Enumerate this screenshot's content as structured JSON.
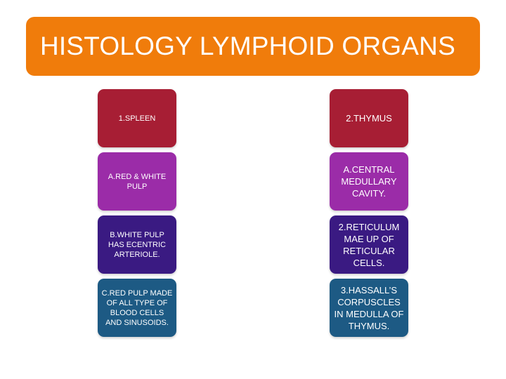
{
  "title": "HISTOLOGY LYMPHOID ORGANS",
  "colors": {
    "title_bg": "#f07c0b",
    "level1": "#a71e34",
    "level2": "#9b2ca8",
    "level3": "#3a1a82",
    "level4": "#1d5a84"
  },
  "left_column": {
    "boxes": [
      {
        "text": "1.SPLEEN",
        "color": "#a71e34"
      },
      {
        "text": "A.RED & WHITE PULP",
        "color": "#9b2ca8"
      },
      {
        "text": "B.WHITE PULP HAS ECENTRIC ARTERIOLE.",
        "color": "#3a1a82"
      },
      {
        "text": "C.RED PULP MADE OF ALL TYPE OF BLOOD CELLS AND SINUSOIDS.",
        "color": "#1d5a84"
      }
    ]
  },
  "right_column": {
    "boxes": [
      {
        "text": "2.THYMUS",
        "color": "#a71e34"
      },
      {
        "text": "A.CENTRAL MEDULLARY CAVITY.",
        "color": "#9b2ca8"
      },
      {
        "text": "2.RETICULUM MAE UP OF RETICULAR CELLS.",
        "color": "#3a1a82"
      },
      {
        "text": "3.HASSALL’S CORPUSCLES IN MEDULLA OF THYMUS.",
        "color": "#1d5a84"
      }
    ]
  }
}
